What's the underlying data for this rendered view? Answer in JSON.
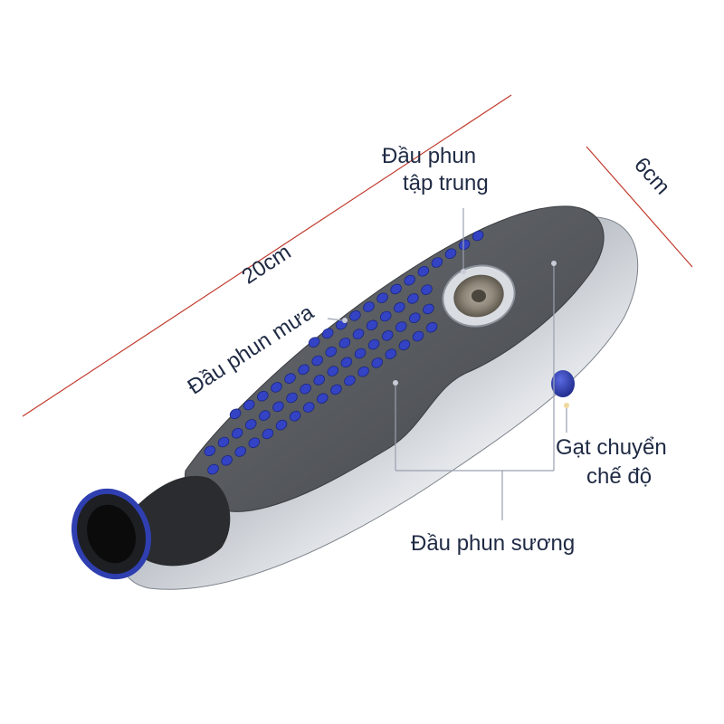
{
  "image": {
    "subject": "handheld shower head with dimension annotations",
    "colors": {
      "background": "#ffffff",
      "annotation_text": "#1f2a44",
      "dimension_line": "#c0392b",
      "leader_line": "#9aa0b0",
      "face_rubber": "#55585d",
      "nozzle_blue": "#2f3fb0",
      "chrome": "#cfd3d8",
      "connector": "#151515"
    }
  },
  "dimensions": {
    "length": "20cm",
    "width": "6cm"
  },
  "callouts": {
    "concentrated_l1": "Đầu phun",
    "concentrated_l2": "tập trung",
    "rain": "Đầu phun mưa",
    "switch_l1": "Gạt chuyển",
    "switch_l2": "chế độ",
    "mist": "Đầu phun sương"
  }
}
